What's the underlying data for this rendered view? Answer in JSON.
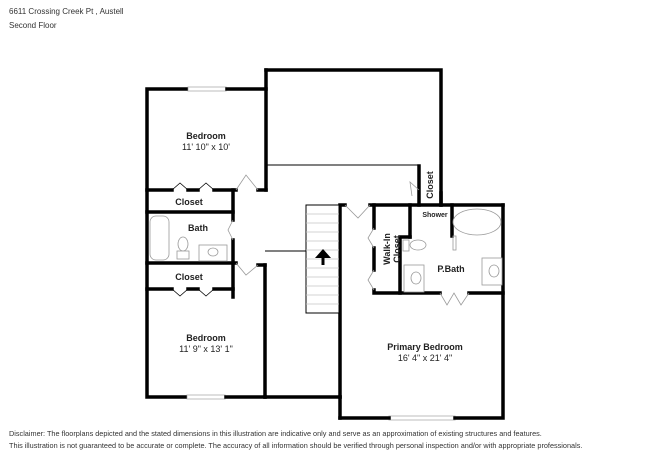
{
  "header": {
    "address": "6611 Crossing Creek Pt , Austell",
    "floor": "Second Floor"
  },
  "rooms": {
    "bedroom_1": {
      "name": "Bedroom",
      "dimensions": "11' 10\" x 10'"
    },
    "closet_1": {
      "name": "Closet"
    },
    "bath": {
      "name": "Bath"
    },
    "closet_2": {
      "name": "Closet"
    },
    "bedroom_2": {
      "name": "Bedroom",
      "dimensions": "11' 9\" x 13' 1\""
    },
    "hall_closet": {
      "name": "Closet"
    },
    "walk_in_closet": {
      "name": "Walk-In Closet",
      "line1": "Walk-In",
      "line2": "Closet"
    },
    "shower": {
      "name": "Shower"
    },
    "primary_bath": {
      "name": "P.Bath"
    },
    "primary_bedroom": {
      "name": "Primary Bedroom",
      "dimensions": "16' 4\" x 21' 4\""
    }
  },
  "disclaimer": {
    "line1": "Disclaimer: The floorplans depicted and the stated dimensions in this illustration are indicative only and serve as an approximation of existing structures and features.",
    "line2": "This illustration is not guaranteed to be accurate or complete. The accuracy of all information should be verified through personal inspection and/or with appropriate professionals."
  },
  "icons": {
    "stair_direction": "arrow-up-icon"
  }
}
